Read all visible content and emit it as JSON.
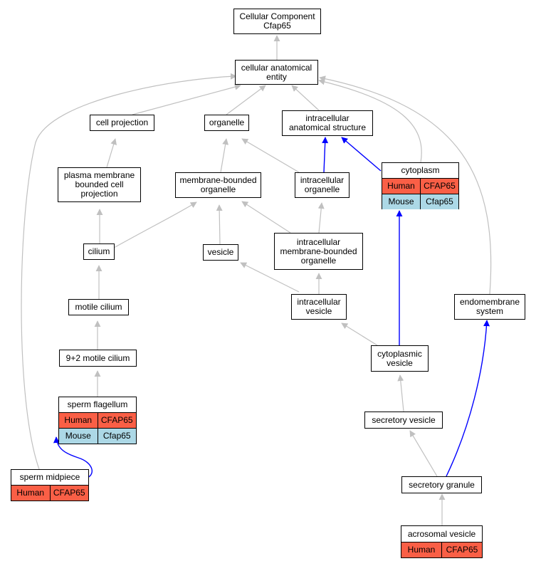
{
  "colors": {
    "edge_default": "#c0c0c0",
    "edge_highlight": "#0000ff",
    "human": "#fa5f46",
    "mouse": "#acd8e6"
  },
  "nodes": {
    "root": {
      "label": "Cellular Component\nCfap65"
    },
    "cellular_anatomical_entity": {
      "label": "cellular anatomical\nentity"
    },
    "cell_projection": {
      "label": "cell projection"
    },
    "organelle": {
      "label": "organelle"
    },
    "intracellular_anatomical_structure": {
      "label": "intracellular\nanatomical structure"
    },
    "plasma_membrane_bounded_cell_projection": {
      "label": "plasma membrane\nbounded cell\nprojection"
    },
    "membrane_bounded_organelle": {
      "label": "membrane-bounded\norganelle"
    },
    "intracellular_organelle": {
      "label": "intracellular\norganelle"
    },
    "cytoplasm": {
      "label": "cytoplasm",
      "species": [
        {
          "org": "Human",
          "gene": "CFAP65"
        },
        {
          "org": "Mouse",
          "gene": "Cfap65"
        }
      ]
    },
    "cilium": {
      "label": "cilium"
    },
    "vesicle": {
      "label": "vesicle"
    },
    "intracellular_membrane_bounded_organelle": {
      "label": "intracellular\nmembrane-bounded\norganelle"
    },
    "motile_cilium": {
      "label": "motile cilium"
    },
    "intracellular_vesicle": {
      "label": "intracellular\nvesicle"
    },
    "endomembrane_system": {
      "label": "endomembrane\nsystem"
    },
    "nine_plus_two_motile_cilium": {
      "label": "9+2 motile cilium"
    },
    "cytoplasmic_vesicle": {
      "label": "cytoplasmic\nvesicle"
    },
    "sperm_flagellum": {
      "label": "sperm flagellum",
      "species": [
        {
          "org": "Human",
          "gene": "CFAP65"
        },
        {
          "org": "Mouse",
          "gene": "Cfap65"
        }
      ]
    },
    "secretory_vesicle": {
      "label": "secretory vesicle"
    },
    "sperm_midpiece": {
      "label": "sperm midpiece",
      "species": [
        {
          "org": "Human",
          "gene": "CFAP65"
        }
      ]
    },
    "secretory_granule": {
      "label": "secretory granule"
    },
    "acrosomal_vesicle": {
      "label": "acrosomal vesicle",
      "species": [
        {
          "org": "Human",
          "gene": "CFAP65"
        }
      ]
    }
  }
}
